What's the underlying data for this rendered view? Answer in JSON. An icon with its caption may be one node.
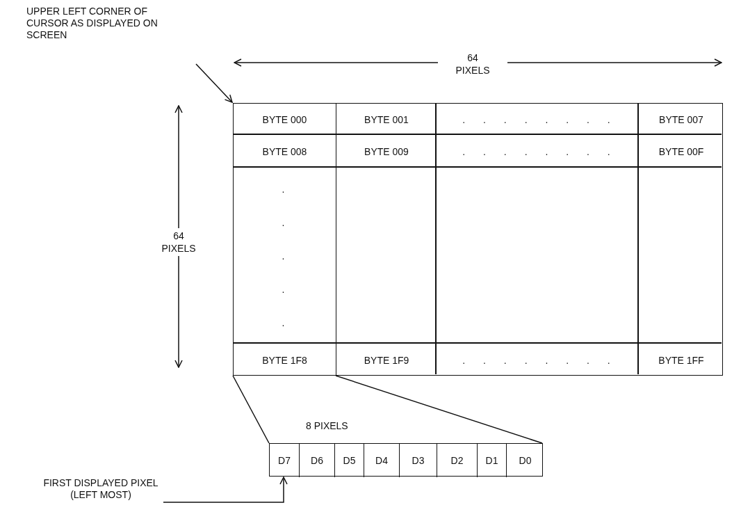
{
  "diagram": {
    "nodes": [
      {
        "text": [
          "UPPER LEFT CORNER OF CURSOR AS DISPLAYED ON SCREEN"
        ]
      },
      {
        "text": [],
        "shape": "box"
      },
      {
        "text": [
          "BYTE 000"
        ],
        "in": 1
      },
      {
        "text": [
          "BYTE 001"
        ],
        "in": 1
      },
      {
        "text": [
          ". . . . . . . ."
        ],
        "in": 1
      },
      {
        "text": [
          "BYTE 007"
        ],
        "in": 1
      },
      {
        "text": [
          "BYTE 008"
        ],
        "in": 1
      },
      {
        "text": [
          "BYTE 009"
        ],
        "in": 1
      },
      {
        "text": [
          ". . . . . . . ."
        ],
        "in": 1
      },
      {
        "text": [
          "BYTE 00F"
        ],
        "in": 1
      },
      {
        "text": [
          ". . . . ."
        ],
        "in": 1
      },
      {
        "text": [
          "BYTE 1F8"
        ],
        "in": 1
      },
      {
        "text": [
          "BYTE 1F9"
        ],
        "in": 1
      },
      {
        "text": [
          ". . . . . . . ."
        ],
        "in": 1
      },
      {
        "text": [
          "BYTE 1FF"
        ],
        "in": 1
      },
      {
        "text": [
          "8 PIXELS"
        ]
      },
      {
        "text": [
          "D7"
        ],
        "in": 15
      },
      {
        "text": [
          "D6"
        ],
        "in": 15
      },
      {
        "text": [
          "D5"
        ],
        "in": 15
      },
      {
        "text": [
          "D4"
        ],
        "in": 15
      },
      {
        "text": [
          "D3"
        ],
        "in": 15
      },
      {
        "text": [
          "D2"
        ],
        "in": 15
      },
      {
        "text": [
          "D1"
        ],
        "in": 15
      },
      {
        "text": [
          "D0"
        ],
        "in": 15
      },
      {
        "text": [
          "FIRST DISPLAYED PIXEL (LEFT MOST)"
        ]
      }
    ],
    "edges": [
      {
        "from": 0,
        "to": 1,
        "arrow": "to"
      },
      {
        "from": 11,
        "to": 15,
        "arrow": "none"
      },
      {
        "from": 11,
        "to": 15,
        "arrow": "none"
      },
      {
        "from": 24,
        "to": 16,
        "arrow": "to"
      }
    ],
    "labels": [
      "64 PIXELS",
      "64 PIXELS"
    ]
  }
}
